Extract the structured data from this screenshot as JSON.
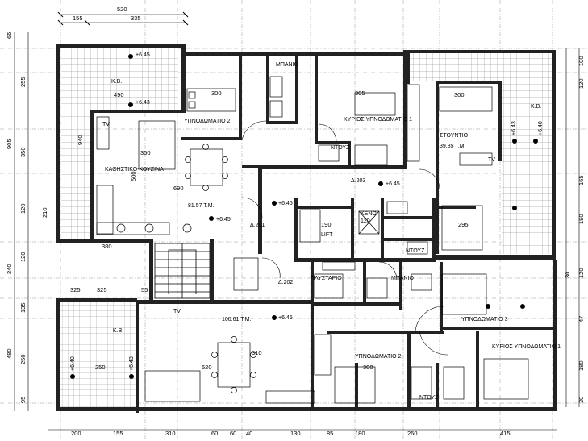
{
  "rooms": {
    "bedroom2_top": "ΥΠΝΟΔΩΜΑΤΙΟ 2",
    "kitchen_living": "ΚΑΘΗΣΤΙΚΟ-ΚΟΥΖΙΝΑ",
    "bath_top": "ΜΠΑΝΙΟ",
    "master_top": "ΚΥΡΙΟΣ ΥΠΝΟΔΩΜΑΤΙΟ 1",
    "studio": "ΣΤΟΥΝΤΙΟ",
    "shower_top": "ΝΤΟΥΖ",
    "shower_mid": "ΝΤΟΥΖ",
    "lift": "LIFT",
    "void": "ΚΕΝΟ",
    "laundry": "ΠΛΥΣΤΑΡΙΟ",
    "bath_mid": "ΜΠΑΝΙΟ",
    "bedroom3": "ΥΠΝΟΔΩΜΑΤΙΟ 3",
    "bedroom2_bottom": "ΥΠΝΟΔΩΜΑΤΙΟ 2",
    "master_bottom": "ΚΥΡΙΟΣ ΥΠΝΟΔΩΜΑΤΙΟ 1",
    "shower_bottom": "ΝΤΟΥΖ"
  },
  "areas": {
    "apt_top_left": "81.57 Τ.Μ.",
    "apt_top_right": "39.85 Τ.Μ.",
    "apt_bottom": "100.61 Τ.Μ."
  },
  "apartment_codes": {
    "top_left": "Δ.201",
    "top_right": "Δ.203",
    "bottom": "Δ.202"
  },
  "terrace_label": "Κ.Β.",
  "levels": [
    "+6.45",
    "+6.43",
    "+6.40"
  ],
  "tv_label": "TV",
  "void_size": "120",
  "dims_top": [
    "520",
    "155",
    "335"
  ],
  "dims_bottom": [
    "200",
    "155",
    "310",
    "60",
    "60",
    "40",
    "130",
    "85",
    "180",
    "260",
    "415"
  ],
  "dims_left": [
    "65",
    "255",
    "905",
    "350",
    "120",
    "240",
    "120",
    "135",
    "480",
    "250",
    "95"
  ],
  "dims_right": [
    "100",
    "120",
    "165",
    "180",
    "120",
    "47",
    "30",
    "180",
    "30"
  ],
  "dims_inner": [
    "490",
    "325",
    "300",
    "305",
    "300",
    "295",
    "190",
    "380",
    "325",
    "55",
    "520",
    "310",
    "300",
    "250",
    "210",
    "690",
    "940",
    "500",
    "350"
  ]
}
